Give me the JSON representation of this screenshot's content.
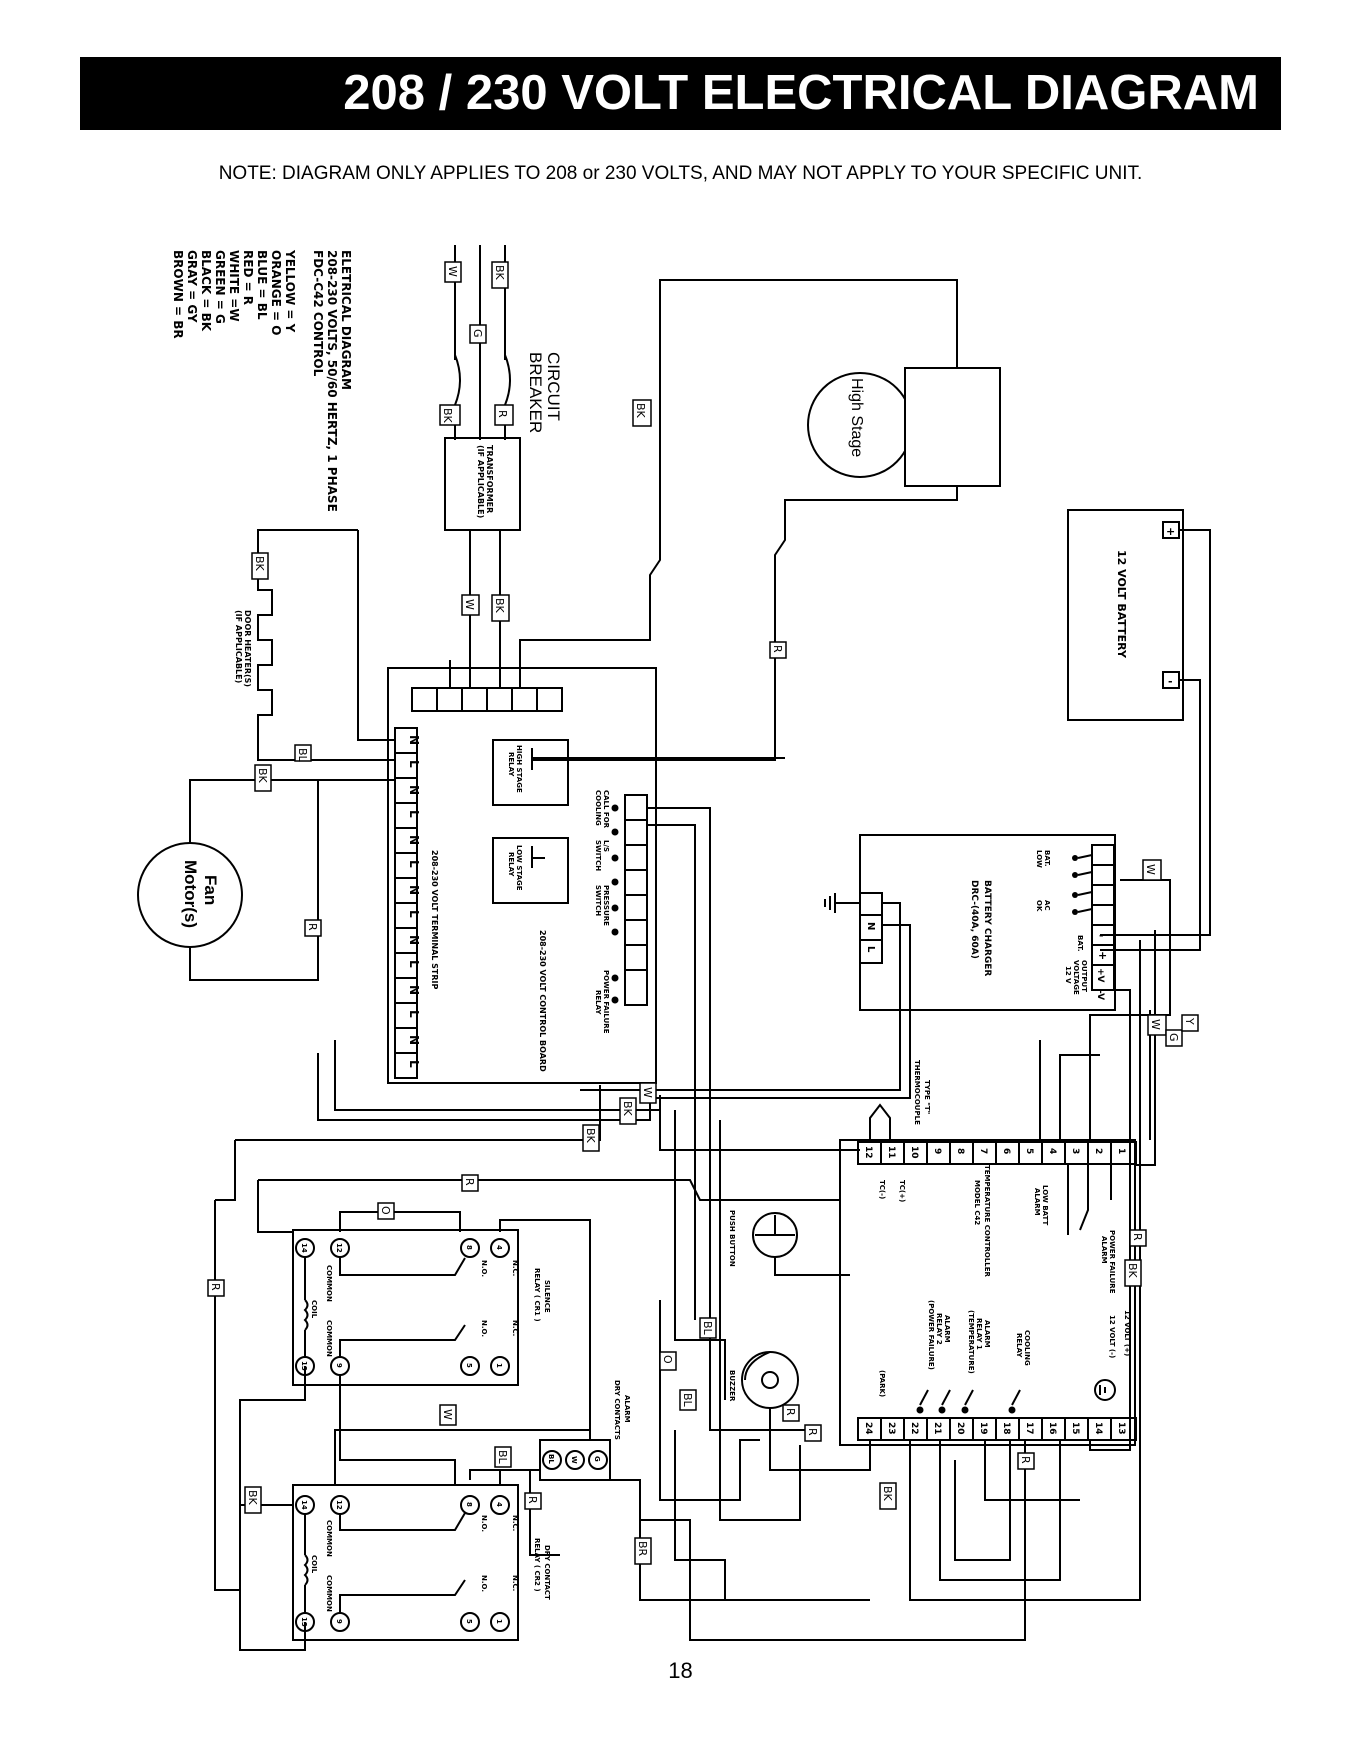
{
  "header": {
    "title": "208 / 230 VOLT ELECTRICAL DIAGRAM"
  },
  "note": "NOTE: DIAGRAM ONLY APPLIES TO 208 or 230 VOLTS, AND MAY NOT APPLY TO YOUR SPECIFIC UNIT.",
  "page_number": "18",
  "legend": {
    "title_lines": [
      "ELETRICAL DIAGRAM",
      "208-230 VOLTS, 50/60 HERTZ, 1 PHASE",
      "FDC-C42 CONTROL"
    ],
    "colors": [
      "YELLOW = Y",
      "ORANGE = O",
      "BLUE = BL",
      "RED = R",
      "WHITE =W",
      "GREEN = G",
      "BLACK = BK",
      "GRAY = GY",
      "BROWN = BR"
    ]
  },
  "labels": {
    "circuit_breaker_1": "CIRCUIT",
    "circuit_breaker_2": "BREAKER",
    "transformer_1": "TRANSFORMER",
    "transformer_2": "(IF APPLICABLE)",
    "high_stage": "High Stage",
    "battery": "12 VOLT BATTERY",
    "door_heater_1": "DOOR HEATER(S)",
    "door_heater_2": "(IF APPLICABLE)",
    "fan_1": "Fan",
    "fan_2": "Motor(s)",
    "terminal_strip": "208-230 VOLT TERMINAL STRIP",
    "control_board": "208-230 VOLT CONTROL BOARD",
    "high_stage_relay_1": "HIGH STAGE",
    "high_stage_relay_2": "RELAY",
    "low_stage_relay_1": "LOW STAGE",
    "low_stage_relay_2": "RELAY",
    "call_for_cooling_1": "CALL FOR",
    "call_for_cooling_2": "COOLING",
    "ls_switch_1": "L/S",
    "ls_switch_2": "SWITCH",
    "pressure_switch_1": "PRESSURE",
    "pressure_switch_2": "SWITCH",
    "power_failure_relay_1": "POWER FAILURE",
    "power_failure_relay_2": "RELAY",
    "battery_charger_1": "BATTERY CHARGER",
    "battery_charger_2": "DRC-(40A, 60A)",
    "bat_low_1": "BAT.",
    "bat_low_2": "LOW",
    "ac_ok_1": "AC",
    "ac_ok_2": "OK",
    "bat": "BAT.",
    "output_voltage_1": "OUTPUT",
    "output_voltage_2": "VOLTAGE",
    "output_voltage_3": "12 V",
    "thermocouple_1": "TYPE \"T\"",
    "thermocouple_2": "THERMOCOUPLE",
    "temp_controller_1": "TEMPERATURE CONTROLLER",
    "temp_controller_2": "MODEL C42",
    "low_batt_alarm_1": "LOW BATT",
    "low_batt_alarm_2": "ALARM",
    "power_failure_alarm_1": "POWER FAILURE",
    "power_failure_alarm_2": "ALARM",
    "v12_plus": "12 VOLT (+)",
    "v12_minus": "12 VOLT (-)",
    "cooling_relay_1": "COOLING",
    "cooling_relay_2": "RELAY",
    "alarm_relay1_1": "ALARM",
    "alarm_relay1_2": "RELAY 1",
    "alarm_relay1_3": "(TEMPERATURE)",
    "alarm_relay2_1": "ALARM",
    "alarm_relay2_2": "RELAY 2",
    "alarm_relay2_3": "(POWER FAILURE)",
    "park": "(PARK)",
    "tc_plus": "TC(+)",
    "tc_minus": "TC(-)",
    "push_button": "PUSH BUTTON",
    "buzzer": "BUZZER",
    "silence_relay_1": "SILENCE",
    "silence_relay_2": "RELAY ( CR1 )",
    "alarm_dry_1": "ALARM",
    "alarm_dry_2": "DRY CONTACTS",
    "dry_contact_relay_1": "DRY CONTACT",
    "dry_contact_relay_2": "RELAY ( CR2 )",
    "common": "COMMON",
    "coil": "COIL",
    "nc": "N.C.",
    "no": "N.O."
  },
  "wire_tags": {
    "W": "W",
    "BK": "BK",
    "G": "G",
    "R": "R",
    "BL": "BL",
    "O": "O",
    "Y": "Y",
    "BR": "BR"
  },
  "terminal_strip": [
    "N",
    "L",
    "N",
    "L",
    "N",
    "L",
    "N",
    "L",
    "N",
    "L",
    "N",
    "L",
    "N",
    "L"
  ],
  "controller_terminals_top": [
    "12",
    "11",
    "10",
    "9",
    "8",
    "7",
    "6",
    "5",
    "4",
    "3",
    "2",
    "1"
  ],
  "controller_terminals_bottom": [
    "24",
    "23",
    "22",
    "21",
    "20",
    "19",
    "18",
    "17",
    "16",
    "15",
    "14",
    "13"
  ],
  "charger_terminals": [
    "-",
    "+",
    "+V",
    "-V"
  ],
  "charger_input": [
    "N",
    "L"
  ],
  "relay_pins": [
    "14",
    "12",
    "8",
    "4",
    "13",
    "9",
    "5",
    "1"
  ],
  "battery_terminals": [
    "+",
    "-"
  ],
  "dry_contact_pins": [
    "BL",
    "W",
    "G"
  ]
}
